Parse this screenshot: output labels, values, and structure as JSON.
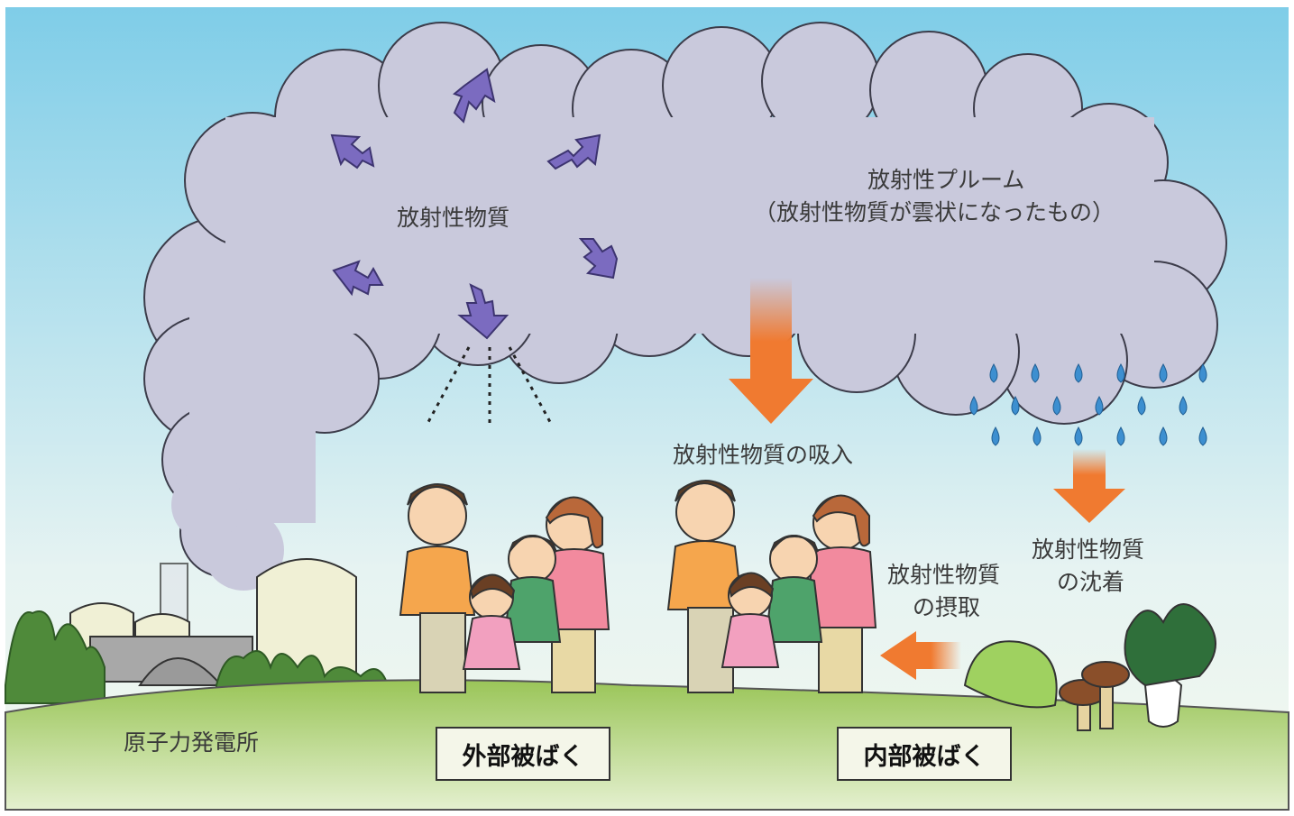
{
  "labels": {
    "cloud_material": "放射性物質",
    "plume_line1": "放射性プルーム",
    "plume_line2": "（放射性物質が雲状になったもの）",
    "inhalation": "放射性物質の吸入",
    "deposition_line1": "放射性物質",
    "deposition_line2": "の沈着",
    "ingestion_line1": "放射性物質",
    "ingestion_line2": "の摂取",
    "power_plant": "原子力発電所"
  },
  "boxes": {
    "external": "外部被ばく",
    "internal": "内部被ばく"
  },
  "colors": {
    "sky_top": "#7fcde8",
    "sky_bottom": "#eef6f0",
    "cloud": "#c9c9dc",
    "radiation_arrow": "#7b6bc0",
    "flow_arrow": "#f07a30",
    "raindrop": "#3d8fd0",
    "grass": "#9dc85a"
  }
}
